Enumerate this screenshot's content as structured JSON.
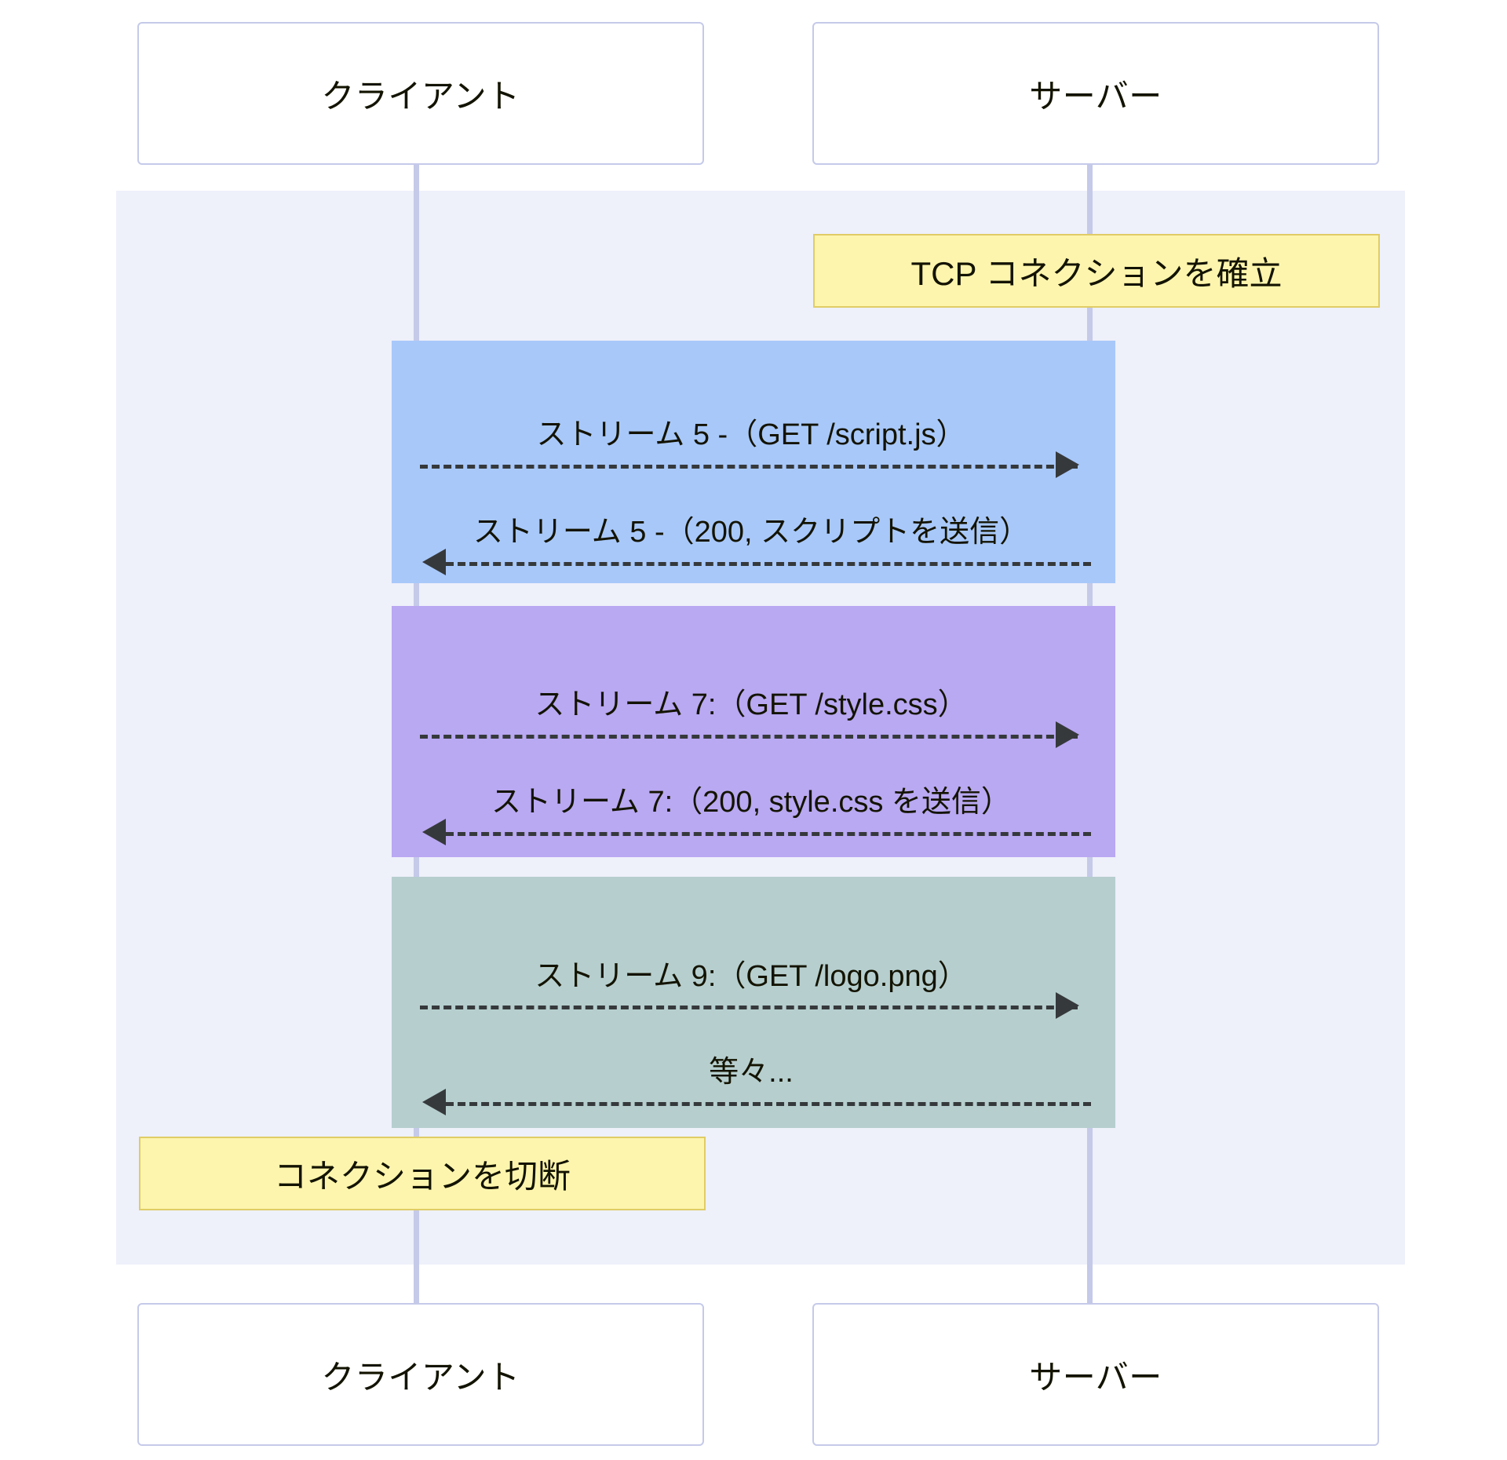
{
  "diagram": {
    "type": "sequence-diagram",
    "title": "HTTP/2 multiplexing sequence",
    "colors": {
      "band": "#eef0fa",
      "lifeline": "#c5cae9",
      "participant_border": "#c5cae9",
      "note_fill": "#fdf5ae",
      "note_border": "#e0cc66",
      "block_blue": "#a8c8fa",
      "block_purple": "#b9a8f2",
      "block_green": "#b6cece",
      "arrow": "#36393b",
      "text": "#131300"
    }
  },
  "participants": {
    "top": [
      {
        "id": "client",
        "label": "クライアント"
      },
      {
        "id": "server",
        "label": "サーバー"
      }
    ],
    "bottom": [
      {
        "id": "client",
        "label": "クライアント"
      },
      {
        "id": "server",
        "label": "サーバー"
      }
    ]
  },
  "notes": [
    {
      "id": "note-tcp-connect",
      "label": "TCP コネクションを確立",
      "over": "server"
    },
    {
      "id": "note-disconnect",
      "label": "コネクションを切断",
      "over": "client"
    }
  ],
  "blocks": [
    {
      "id": "block-stream-5",
      "color": "#a8c8fa",
      "messages": [
        {
          "id": "msg-stream5-request",
          "label": "ストリーム 5 -（GET /script.js）",
          "direction": "right"
        },
        {
          "id": "msg-stream5-response",
          "label": "ストリーム 5 -（200, スクリプトを送信）",
          "direction": "left"
        }
      ]
    },
    {
      "id": "block-stream-7",
      "color": "#b9a8f2",
      "messages": [
        {
          "id": "msg-stream7-request",
          "label": "ストリーム 7:（GET /style.css）",
          "direction": "right"
        },
        {
          "id": "msg-stream7-response",
          "label": "ストリーム 7:（200, style.css を送信）",
          "direction": "left"
        }
      ]
    },
    {
      "id": "block-stream-9",
      "color": "#b6cece",
      "messages": [
        {
          "id": "msg-stream9-request",
          "label": "ストリーム 9:（GET /logo.png）",
          "direction": "right"
        },
        {
          "id": "msg-stream9-response",
          "label": "等々...",
          "direction": "left"
        }
      ]
    }
  ]
}
